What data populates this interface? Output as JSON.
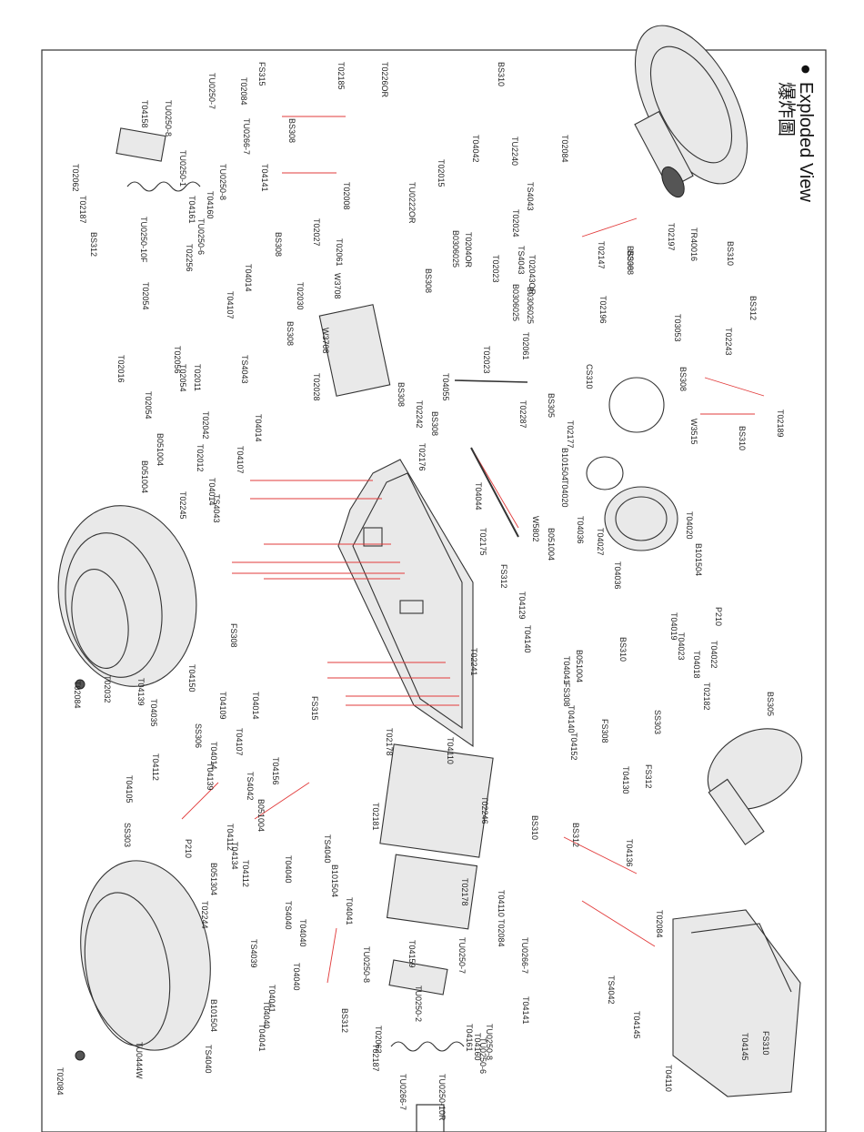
{
  "header": {
    "title_en": "Exploded View",
    "title_zh": "爆炸圖",
    "bullet": "●"
  },
  "page_number": "",
  "colors": {
    "guide_line": "#e23b3b",
    "ink": "#222222",
    "frame": "#333333"
  },
  "part_labels": [
    "BS310",
    "TU2240",
    "T02084",
    "TS4043",
    "T02185",
    "FS315",
    "T0226OR",
    "TU0222OR",
    "T02015",
    "T04042",
    "BS308",
    "T02147",
    "BS308",
    "T02008",
    "T02084",
    "TU0250-7",
    "T04158",
    "TU0250-8",
    "TU0266-7",
    "TU0250-1",
    "T04141",
    "TU0250-8",
    "T02062",
    "T02187",
    "BS312",
    "TU0250-10F",
    "T04161",
    "T04160",
    "TU0250-6",
    "T02024",
    "T02043OR",
    "B0306025",
    "T02023",
    "TS4043",
    "B0306025",
    "T0204OR",
    "T02023",
    "T02061",
    "B0306025",
    "T02197",
    "TR40016",
    "BS312",
    "T02196",
    "T03053",
    "T02243",
    "CS310",
    "BS308",
    "W3515",
    "BS310",
    "T02189",
    "BS310",
    "BS308",
    "T02027",
    "T02061",
    "BS308",
    "T02030",
    "W3708",
    "BS308",
    "W3708",
    "T02028",
    "BS308",
    "T04055",
    "T02287",
    "BS308",
    "BS308",
    "T02242",
    "BS305",
    "T02177",
    "B101504",
    "T04020",
    "T04036",
    "T04027",
    "T04036",
    "T04020",
    "B101504",
    "T02256",
    "T04014",
    "T04107",
    "T02054",
    "T02056",
    "T02011",
    "T02054",
    "T02016",
    "TS4043",
    "T02054",
    "T02042",
    "T04014",
    "B051004",
    "T02012",
    "T04107",
    "B051004",
    "T02245",
    "TS4043",
    "T04014",
    "T02176",
    "T04044",
    "W5802",
    "B051004",
    "T02175",
    "FS312",
    "T04129",
    "T04140",
    "T04019",
    "T04023",
    "P210",
    "T04022",
    "T04018",
    "T02182",
    "BS305",
    "T02241",
    "BS310",
    "B051004",
    "T04041",
    "FS308",
    "T04140",
    "T04152",
    "SS303",
    "FS308",
    "T04130",
    "FS312",
    "FS308",
    "FS315",
    "T02084",
    "T02032",
    "T04150",
    "T04139",
    "T04035",
    "T04109",
    "T04014",
    "T04107",
    "SS306",
    "T04014",
    "T04139",
    "T04112",
    "T04105",
    "SS303",
    "TS4042",
    "T04156",
    "B051004",
    "T04112",
    "P210",
    "T04134",
    "T04112",
    "B051304",
    "T02244",
    "T02178",
    "T04110",
    "T02181",
    "T02246",
    "T02178",
    "T04110",
    "TS4040",
    "B101504",
    "T04040",
    "T04041",
    "TS4040",
    "T04040",
    "TS4039",
    "T04040",
    "T04041",
    "B101504",
    "TS4040",
    "T04040",
    "T04041",
    "T02084",
    "TU0444W",
    "T04159",
    "TU0250-7",
    "TU0266-7",
    "T02084",
    "TU0250-8",
    "TU0250-2",
    "T04141",
    "TU0250-8",
    "T04160",
    "T04161",
    "TU0250-6",
    "BS312",
    "T02062",
    "T02187",
    "TU0266-7",
    "TU0250-10R",
    "BS310",
    "BS312",
    "T04136",
    "T02084",
    "TS4042",
    "T04145",
    "FS310",
    "T04145",
    "T04110"
  ]
}
